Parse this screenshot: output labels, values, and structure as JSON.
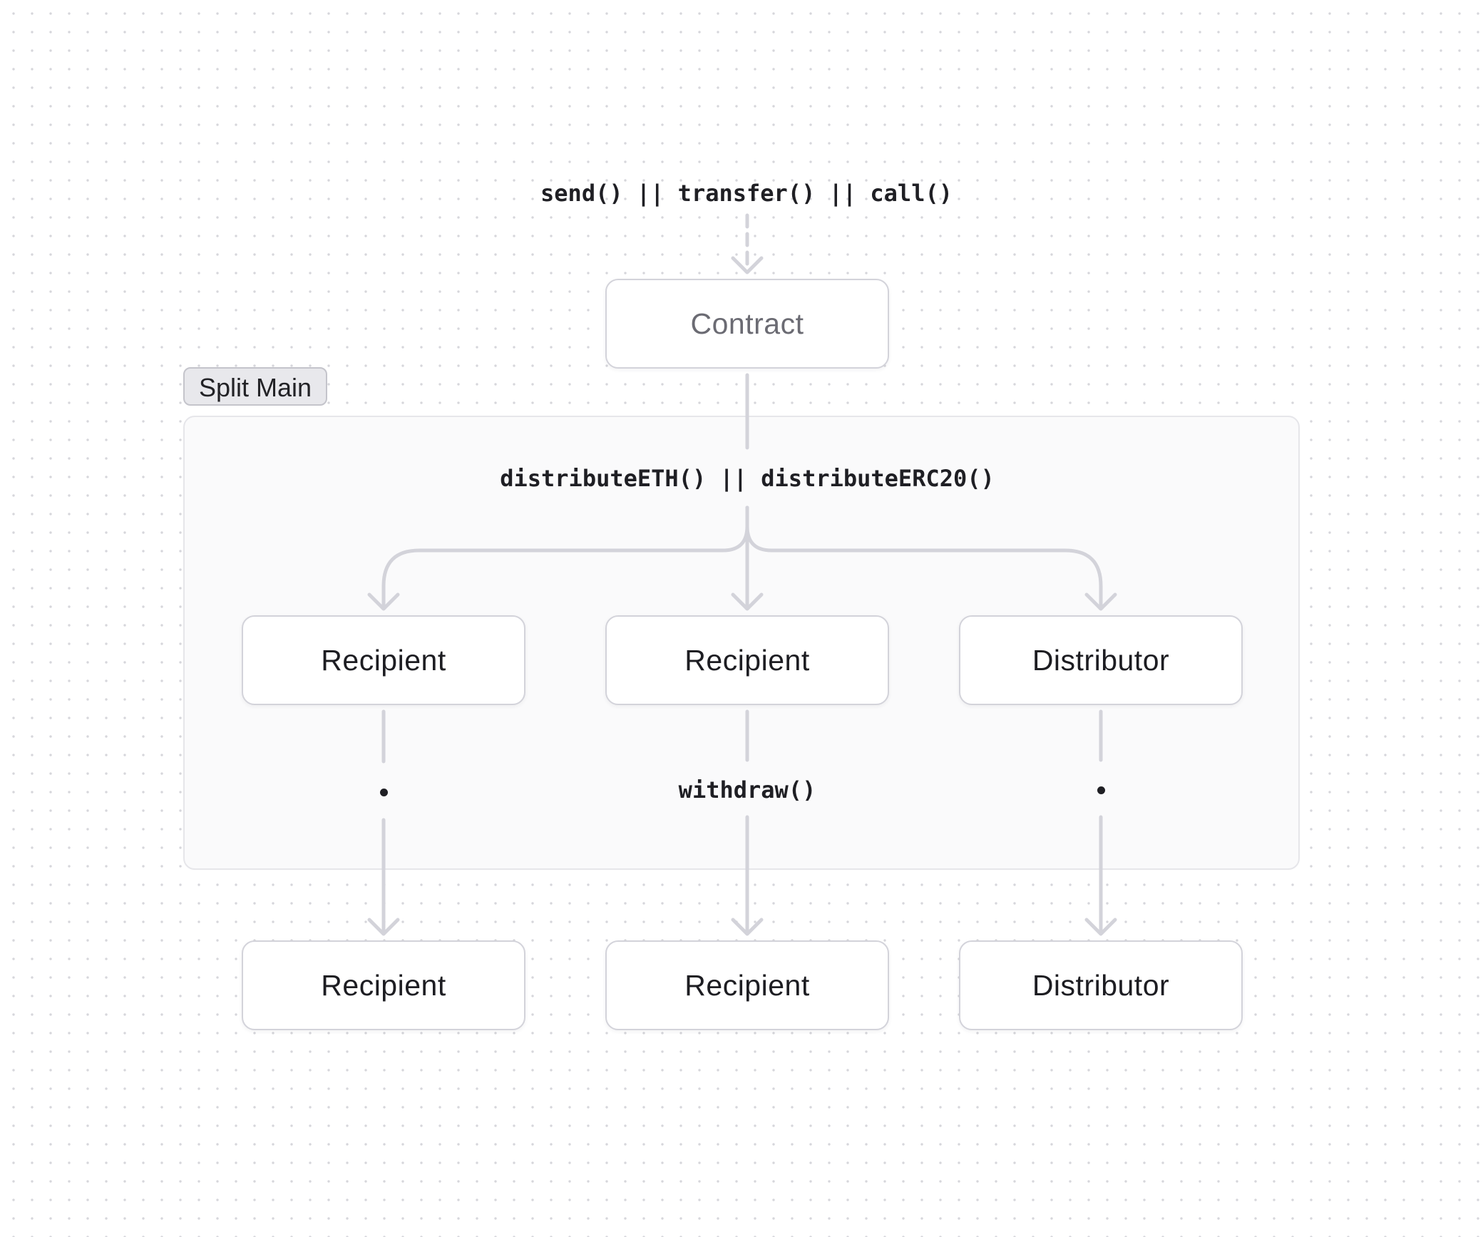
{
  "diagram": {
    "entry_call": "send() || transfer() || call()",
    "contract_label": "Contract",
    "group_label": "Split Main",
    "distribute_call": "distributeETH() || distributeERC20()",
    "withdraw_call": "withdraw()",
    "inner_nodes": [
      "Recipient",
      "Recipient",
      "Distributor"
    ],
    "outer_nodes": [
      "Recipient",
      "Recipient",
      "Distributor"
    ]
  },
  "colors": {
    "connector": "#d3d3da",
    "node_border": "#d3d3da",
    "group_fill": "#fafafb",
    "text": "#1f1f24"
  }
}
